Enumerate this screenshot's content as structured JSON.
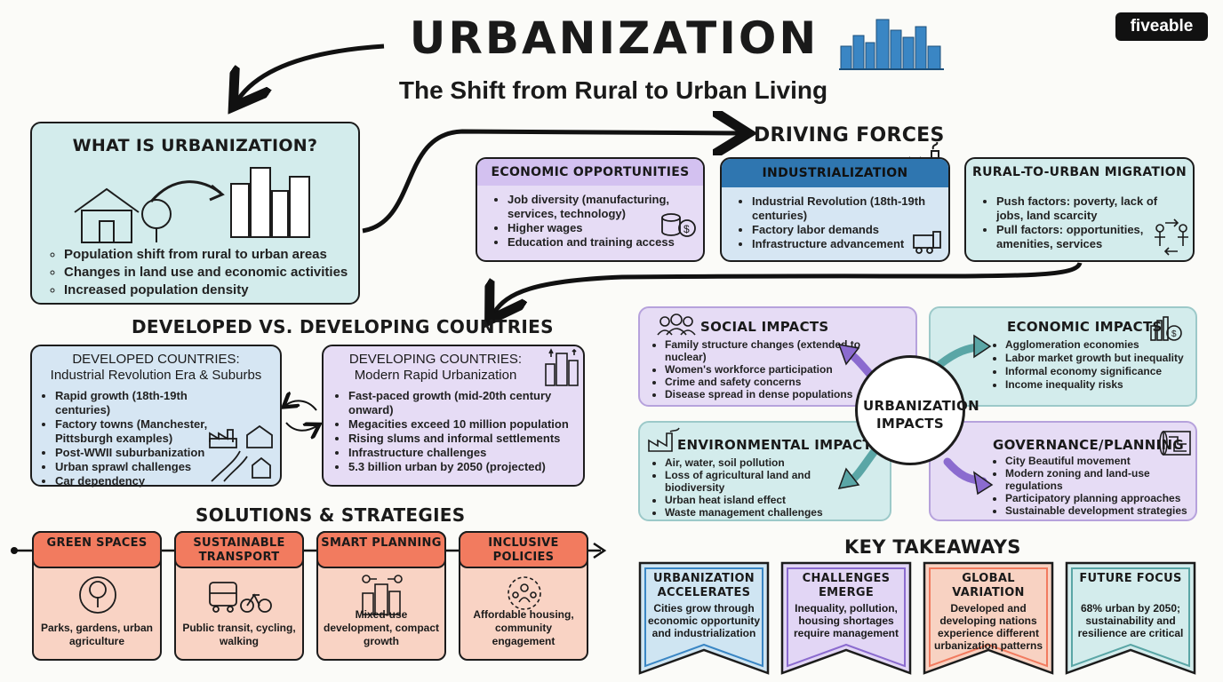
{
  "header": {
    "title": "URBANIZATION",
    "subtitle": "The Shift from Rural to Urban Living",
    "brand": "fiveable"
  },
  "what_is": {
    "heading": "WHAT IS URBANIZATION?",
    "bullets": [
      "Population shift from rural to urban areas",
      "Changes in land use and economic activities",
      "Increased population density"
    ]
  },
  "driving_forces": {
    "heading": "DRIVING FORCES",
    "cards": [
      {
        "title": "ECONOMIC OPPORTUNITIES",
        "bullets": [
          "Job diversity (manufacturing, services, technology)",
          "Higher wages",
          "Education and training access"
        ]
      },
      {
        "title": "INDUSTRIALIZATION",
        "bullets": [
          "Industrial Revolution (18th-19th centuries)",
          "Factory labor demands",
          "Infrastructure advancement"
        ]
      },
      {
        "title": "RURAL-TO-URBAN MIGRATION",
        "bullets": [
          "Push factors: poverty, lack of jobs, land scarcity",
          "Pull factors: opportunities, amenities, services"
        ]
      }
    ]
  },
  "countries": {
    "heading": "DEVELOPED VS. DEVELOPING COUNTRIES",
    "developed": {
      "title1": "DEVELOPED COUNTRIES:",
      "title2": "Industrial Revolution Era & Suburbs",
      "bullets": [
        "Rapid growth (18th-19th centuries)",
        "Factory towns (Manchester, Pittsburgh examples)",
        "Post-WWII suburbanization",
        "Urban sprawl challenges",
        "Car dependency"
      ]
    },
    "developing": {
      "title1": "DEVELOPING COUNTRIES:",
      "title2": "Modern Rapid Urbanization",
      "bullets": [
        "Fast-paced growth (mid-20th century onward)",
        "Megacities exceed 10 million population",
        "Rising slums and informal settlements",
        "Infrastructure challenges",
        "5.3 billion urban by 2050 (projected)"
      ]
    }
  },
  "impacts": {
    "center": "URBANIZATION IMPACTS",
    "social": {
      "title": "SOCIAL IMPACTS",
      "bullets": [
        "Family structure changes (extended to nuclear)",
        "Women's workforce participation",
        "Crime and safety concerns",
        "Disease spread in dense populations"
      ]
    },
    "economic": {
      "title": "ECONOMIC IMPACTS",
      "bullets": [
        "Agglomeration economies",
        "Labor market growth but inequality",
        "Informal economy significance",
        "Income inequality risks"
      ]
    },
    "environmental": {
      "title": "ENVIRONMENTAL IMPACTS",
      "bullets": [
        "Air, water, soil pollution",
        "Loss of agricultural land and biodiversity",
        "Urban heat island effect",
        "Waste management challenges"
      ]
    },
    "governance": {
      "title": "GOVERNANCE/PLANNING",
      "bullets": [
        "City Beautiful movement",
        "Modern zoning and land-use regulations",
        "Participatory planning approaches",
        "Sustainable development strategies"
      ]
    }
  },
  "solutions": {
    "heading": "SOLUTIONS & STRATEGIES",
    "items": [
      {
        "title": "GREEN SPACES",
        "text": "Parks, gardens, urban agriculture"
      },
      {
        "title": "SUSTAINABLE TRANSPORT",
        "text": "Public transit, cycling, walking"
      },
      {
        "title": "SMART PLANNING",
        "text": "Mixed-use development, compact growth"
      },
      {
        "title": "INCLUSIVE POLICIES",
        "text": "Affordable housing, community engagement"
      }
    ]
  },
  "takeaways": {
    "heading": "KEY TAKEAWAYS",
    "items": [
      {
        "title": "URBANIZATION ACCELERATES",
        "text": "Cities grow through economic opportunity and industrialization",
        "color": "#cfe5f2"
      },
      {
        "title": "CHALLENGES EMERGE",
        "text": "Inequality, pollution, housing shortages require management",
        "color": "#e2d6f5"
      },
      {
        "title": "GLOBAL VARIATION",
        "text": "Developed and developing nations experience different urbanization patterns",
        "color": "#f8d2c2"
      },
      {
        "title": "FUTURE FOCUS",
        "text": "68% urban by 2050; sustainability and resilience are critical",
        "color": "#d3ecec"
      }
    ]
  }
}
